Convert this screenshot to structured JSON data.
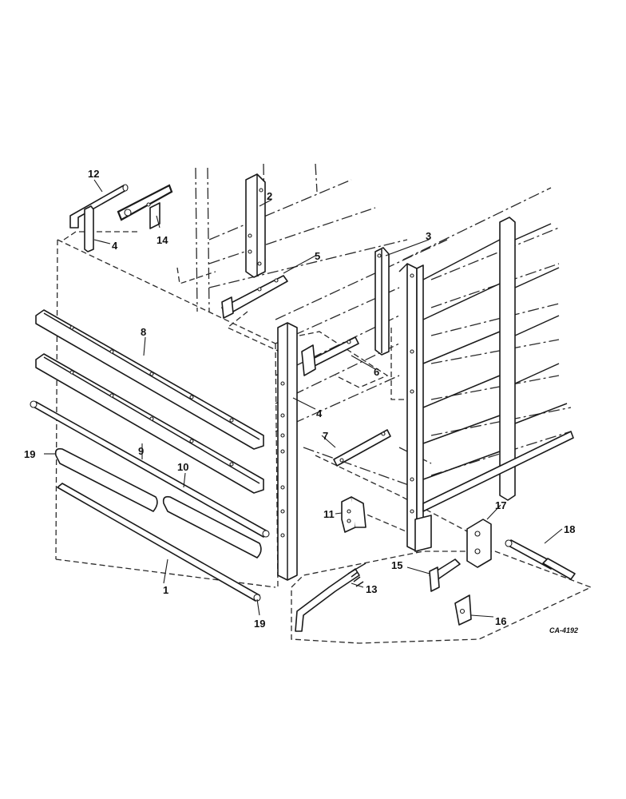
{
  "callouts": {
    "c1": "1",
    "c2": "2",
    "c3": "3",
    "c4a": "4",
    "c4b": "4",
    "c5": "5",
    "c6": "6",
    "c7": "7",
    "c8": "8",
    "c9": "9",
    "c10": "10",
    "c11": "11",
    "c12": "12",
    "c13": "13",
    "c14": "14",
    "c15": "15",
    "c16": "16",
    "c17": "17",
    "c18": "18",
    "c19a": "19",
    "c19b": "19"
  },
  "drawing_code": "CA-4192"
}
